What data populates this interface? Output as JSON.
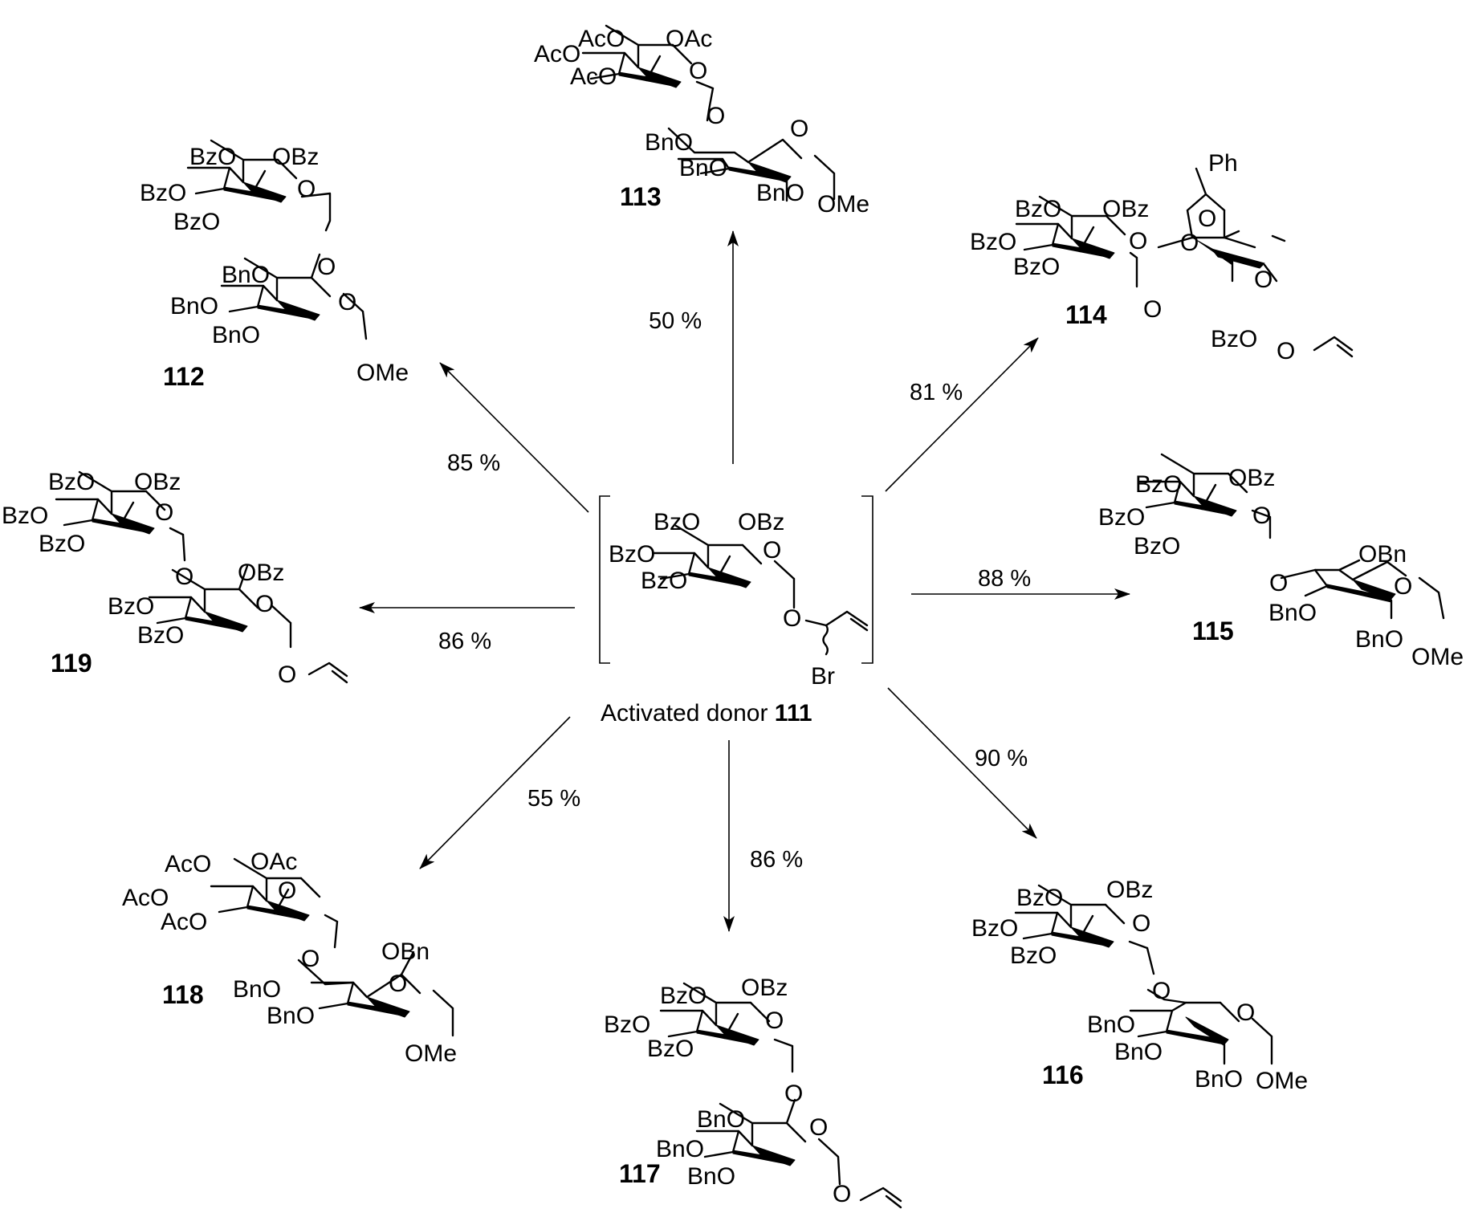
{
  "donor": {
    "caption_prefix": "Activated donor ",
    "caption_number": "111",
    "labels": {
      "o6": "BzO",
      "o2": "OBz",
      "o4": "BzO",
      "o3": "BzO",
      "br": "Br"
    }
  },
  "products": [
    {
      "id": "112",
      "yield": "85 %",
      "labels": {
        "o6": "BzO",
        "o2": "OBz",
        "o4": "BzO",
        "o3": "BzO",
        "a6": "BnO",
        "a4": "BnO",
        "a3": "BnO",
        "aglycon": "OMe"
      }
    },
    {
      "id": "113",
      "yield": "50 %",
      "labels": {
        "o6": "AcO",
        "o2": "OAc",
        "o4": "AcO",
        "o3": "AcO",
        "a4": "BnO",
        "a3": "BnO",
        "a2": "BnO",
        "aglycon": "OMe"
      }
    },
    {
      "id": "114",
      "yield": "81 %",
      "labels": {
        "o6": "BzO",
        "o2": "OBz",
        "o4": "BzO",
        "o3": "BzO",
        "ph": "Ph",
        "a2": "BzO"
      }
    },
    {
      "id": "115",
      "yield": "88 %",
      "labels": {
        "o6": "BzO",
        "o2": "OBz",
        "o4": "BzO",
        "o3": "BzO",
        "a6": "OBn",
        "a3": "BnO",
        "a2": "BnO",
        "aglycon": "OMe"
      }
    },
    {
      "id": "116",
      "yield": "90 %",
      "labels": {
        "o6": "BzO",
        "o2": "OBz",
        "o4": "BzO",
        "o3": "BzO",
        "a4": "BnO",
        "a3": "BnO",
        "a2": "BnO",
        "aglycon": "OMe"
      }
    },
    {
      "id": "117",
      "yield": "86 %",
      "labels": {
        "o6": "BzO",
        "o2": "OBz",
        "o4": "BzO",
        "o3": "BzO",
        "a6": "BnO",
        "a4": "BnO",
        "a3": "BnO"
      }
    },
    {
      "id": "118",
      "yield": "55 %",
      "labels": {
        "o6": "AcO",
        "o2": "OAc",
        "o4": "AcO",
        "o3": "AcO",
        "a2": "OBn",
        "a4": "BnO",
        "a3": "BnO",
        "aglycon": "OMe"
      }
    },
    {
      "id": "119",
      "yield": "86 %",
      "labels": {
        "o6": "BzO",
        "o2": "OBz",
        "o4": "BzO",
        "o3": "BzO",
        "a2": "OBz",
        "a4": "BzO",
        "a3": "BzO"
      }
    }
  ],
  "ring_oxygen": "O",
  "linkage_oxygen": "O"
}
